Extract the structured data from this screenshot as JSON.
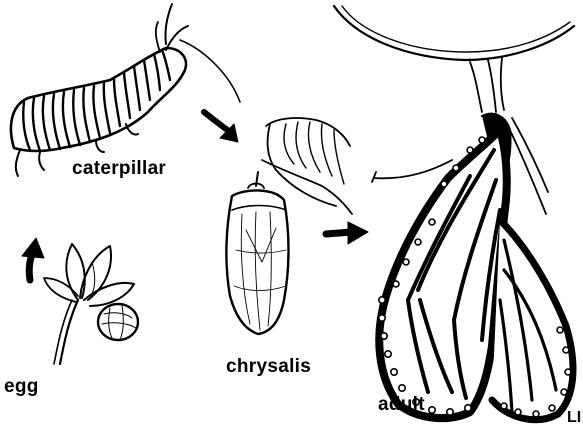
{
  "stages": {
    "caterpillar": "caterpillar",
    "egg": "egg",
    "chrysalis": "chrysalis",
    "adult": "adult"
  },
  "corner_mark": "LI",
  "colors": {
    "ink": "#000000",
    "paper": "#ffffff"
  },
  "icons": [
    "caterpillar-icon",
    "egg-on-leaf-icon",
    "chrysalis-icon",
    "butterfly-icon",
    "arrow-icon"
  ]
}
